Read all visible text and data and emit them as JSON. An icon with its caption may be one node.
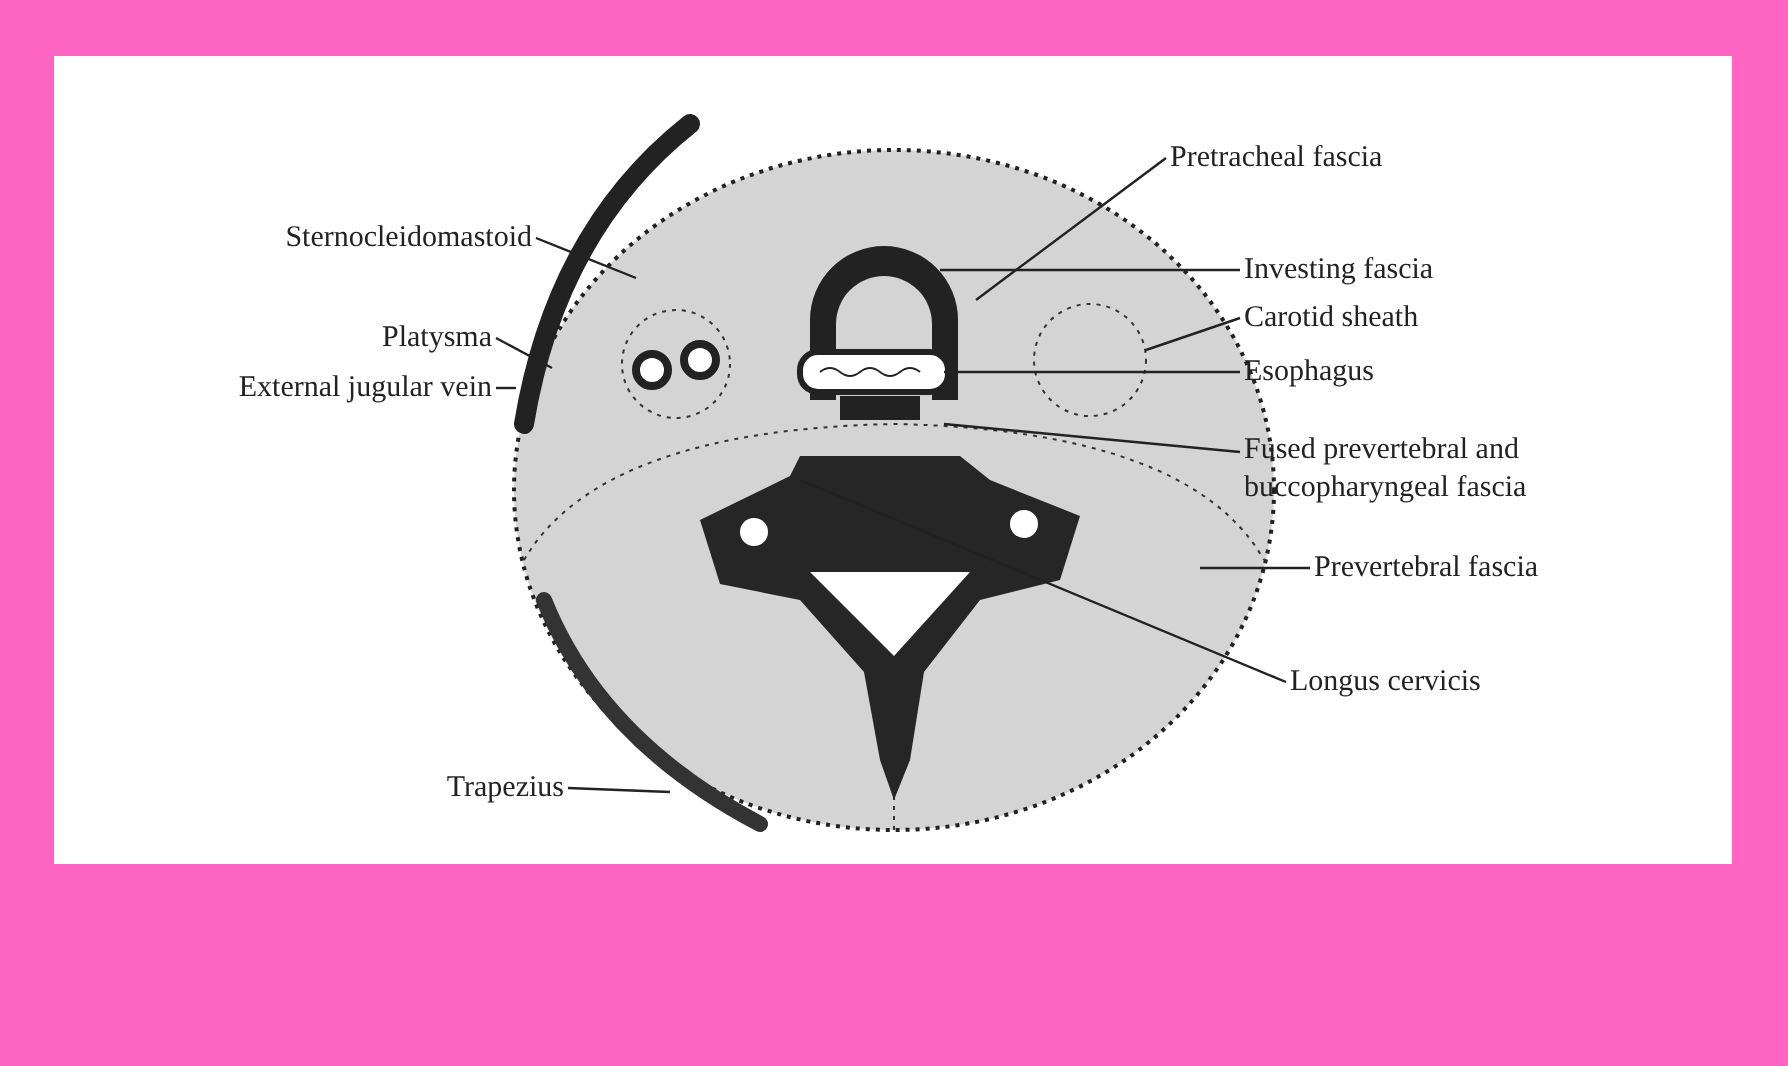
{
  "diagram": {
    "nodes": [
      {
        "text": [
          "Sternocleidomastoid"
        ]
      },
      {
        "text": [
          "Platysma"
        ]
      },
      {
        "text": [
          "External jugular vein"
        ]
      },
      {
        "text": [
          "Trapezius"
        ]
      },
      {
        "text": [
          "Pretracheal fascia"
        ]
      },
      {
        "text": [
          "Investing fascia"
        ]
      },
      {
        "text": [
          "Carotid sheath"
        ]
      },
      {
        "text": [
          "Esophagus"
        ]
      },
      {
        "text": [
          "Fused prevertebral and buccopharyngeal fascia"
        ]
      },
      {
        "text": [
          "Prevertebral fascia"
        ]
      },
      {
        "text": [
          "Longus cervicis"
        ]
      }
    ],
    "edges": [
      {
        "from": 0,
        "to": null,
        "arrow": "none"
      },
      {
        "from": 1,
        "to": null,
        "arrow": "none"
      },
      {
        "from": 2,
        "to": null,
        "arrow": "none"
      },
      {
        "from": 3,
        "to": null,
        "arrow": "none"
      },
      {
        "from": 4,
        "to": null,
        "arrow": "none"
      },
      {
        "from": 5,
        "to": null,
        "arrow": "none"
      },
      {
        "from": 6,
        "to": null,
        "arrow": "none"
      },
      {
        "from": 7,
        "to": null,
        "arrow": "none"
      },
      {
        "from": 8,
        "to": null,
        "arrow": "none"
      },
      {
        "from": 9,
        "to": null,
        "arrow": "none"
      },
      {
        "from": 10,
        "to": null,
        "arrow": "none"
      }
    ]
  }
}
